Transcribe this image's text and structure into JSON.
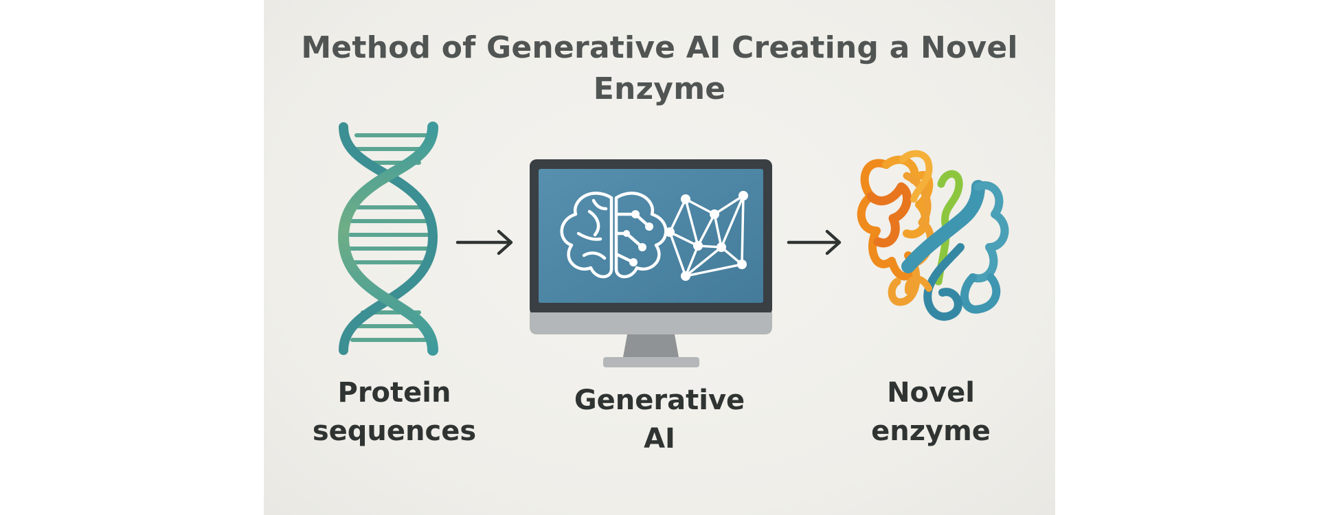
{
  "title": {
    "line1": "Method of Generative AI Creating a Novel",
    "line2": "Enzyme"
  },
  "steps": [
    {
      "icon": "dna-double-helix-icon",
      "label_line1": "Protein",
      "label_line2": "sequences"
    },
    {
      "icon": "computer-monitor-icon",
      "screen_icons": [
        "brain-icon",
        "network-graph-icon"
      ],
      "label_line1": "Generative",
      "label_line2": "AI"
    },
    {
      "icon": "protein-ribbon-structure-icon",
      "label_line1": "Novel",
      "label_line2": "enzyme"
    }
  ],
  "connectors": [
    "arrow-right-icon",
    "arrow-right-icon"
  ],
  "colors": {
    "background": "#efeee9",
    "title_text": "#505553",
    "label_text": "#2f3432",
    "helix_teal": "#3e9a9c",
    "helix_green": "#6fae86",
    "monitor_bezel": "#3a3f44",
    "monitor_screen": "#4f87a6",
    "protein_orange": "#ef8a1c",
    "protein_green": "#8cc63f",
    "protein_teal": "#3f96b0"
  }
}
